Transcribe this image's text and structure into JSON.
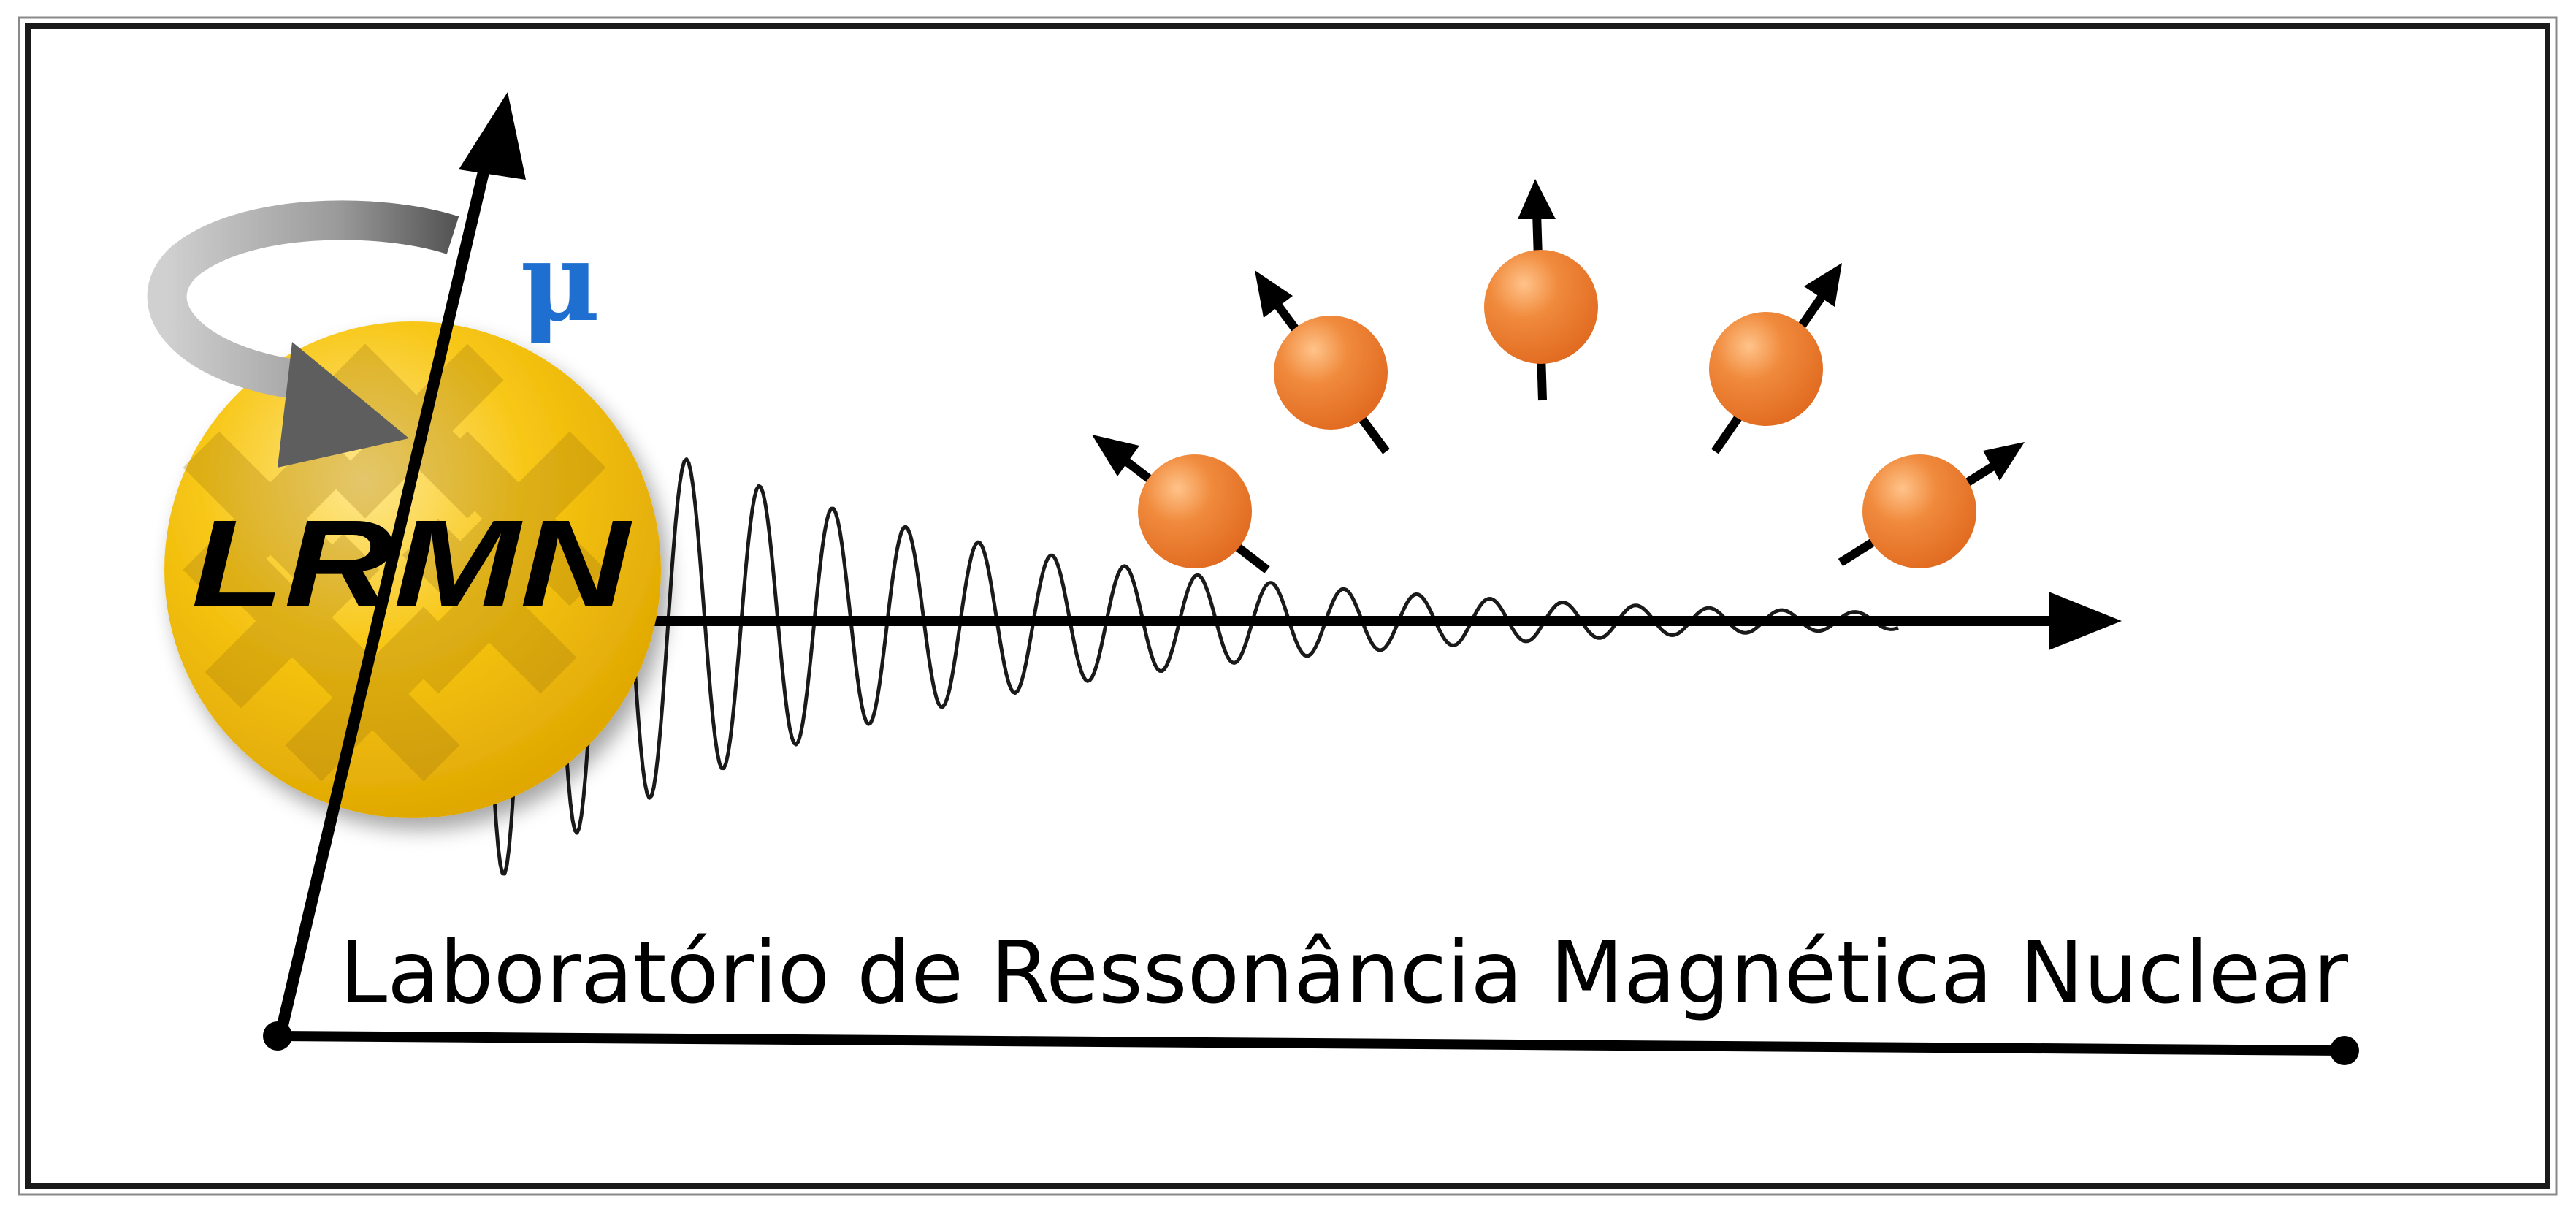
{
  "logo": {
    "acronym": "LRMN",
    "moment_symbol": "μ",
    "caption": "Laboratório de Ressonância Magnética Nuclear"
  },
  "icons": {
    "rotation": "curved-arrow-icon",
    "spin": "spin-arrow-icon",
    "nucleus": "nucleus-sphere-icon"
  },
  "colors": {
    "background": "#ffffff",
    "frame": "#1a1a1a",
    "axis": "#000000",
    "coin_light": "#ffe27a",
    "coin_mid": "#f6c20a",
    "coin_dark": "#d9a200",
    "coin_cross": "#b98a1a",
    "mu": "#1f6fd1",
    "signal": "#1a1a1a",
    "nucleus_light": "#ffb06a",
    "nucleus_dark": "#e8742a",
    "rotation_arrow_light": "#cfcfcf",
    "rotation_arrow_dark": "#5c5c5c"
  }
}
